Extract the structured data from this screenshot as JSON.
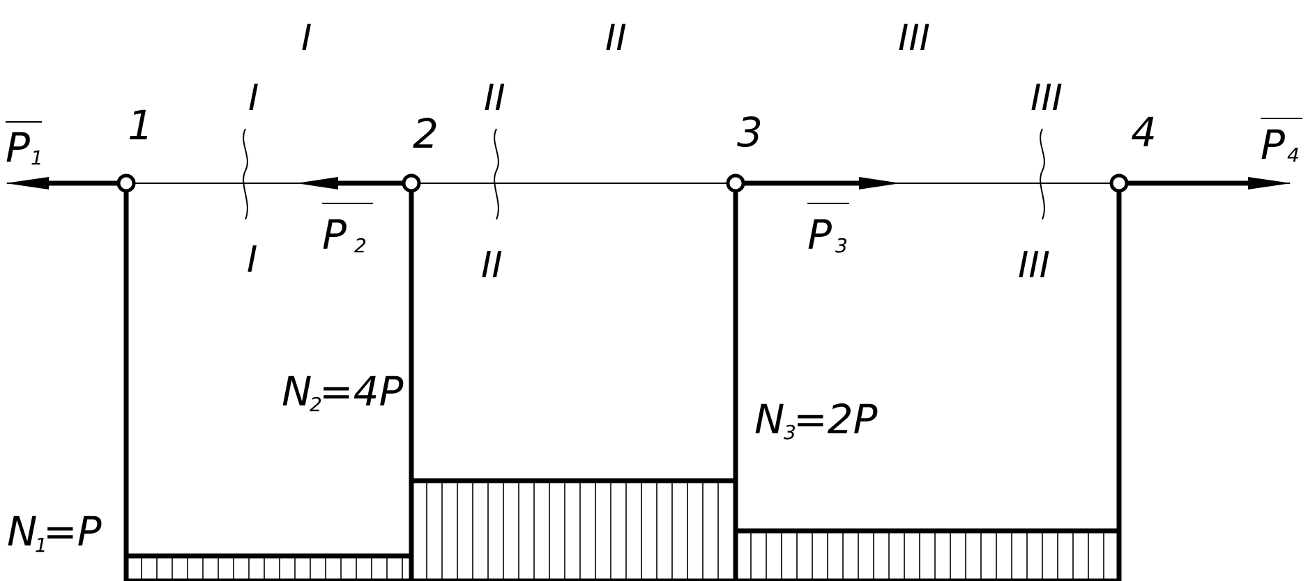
{
  "nodes": [
    {
      "label": "1"
    },
    {
      "label": "2"
    },
    {
      "label": "3"
    },
    {
      "label": "4"
    }
  ],
  "forces": [
    {
      "symbol": "P",
      "subscript": "1",
      "direction": "left"
    },
    {
      "symbol": "P",
      "subscript": "2",
      "direction": "left"
    },
    {
      "symbol": "P",
      "subscript": "3",
      "direction": "right"
    },
    {
      "symbol": "P",
      "subscript": "4",
      "direction": "right"
    }
  ],
  "sections": [
    {
      "label": "I"
    },
    {
      "label": "II"
    },
    {
      "label": "III"
    }
  ],
  "diagram": {
    "segments": [
      {
        "name_symbol": "N",
        "subscript": "1",
        "value_text": "=P",
        "magnitude": 1
      },
      {
        "name_symbol": "N",
        "subscript": "2",
        "value_text": "=4P",
        "magnitude": 4
      },
      {
        "name_symbol": "N",
        "subscript": "3",
        "value_text": "=2P",
        "magnitude": 2
      }
    ]
  },
  "colors": {
    "ink": "#000000",
    "background": "#ffffff"
  }
}
